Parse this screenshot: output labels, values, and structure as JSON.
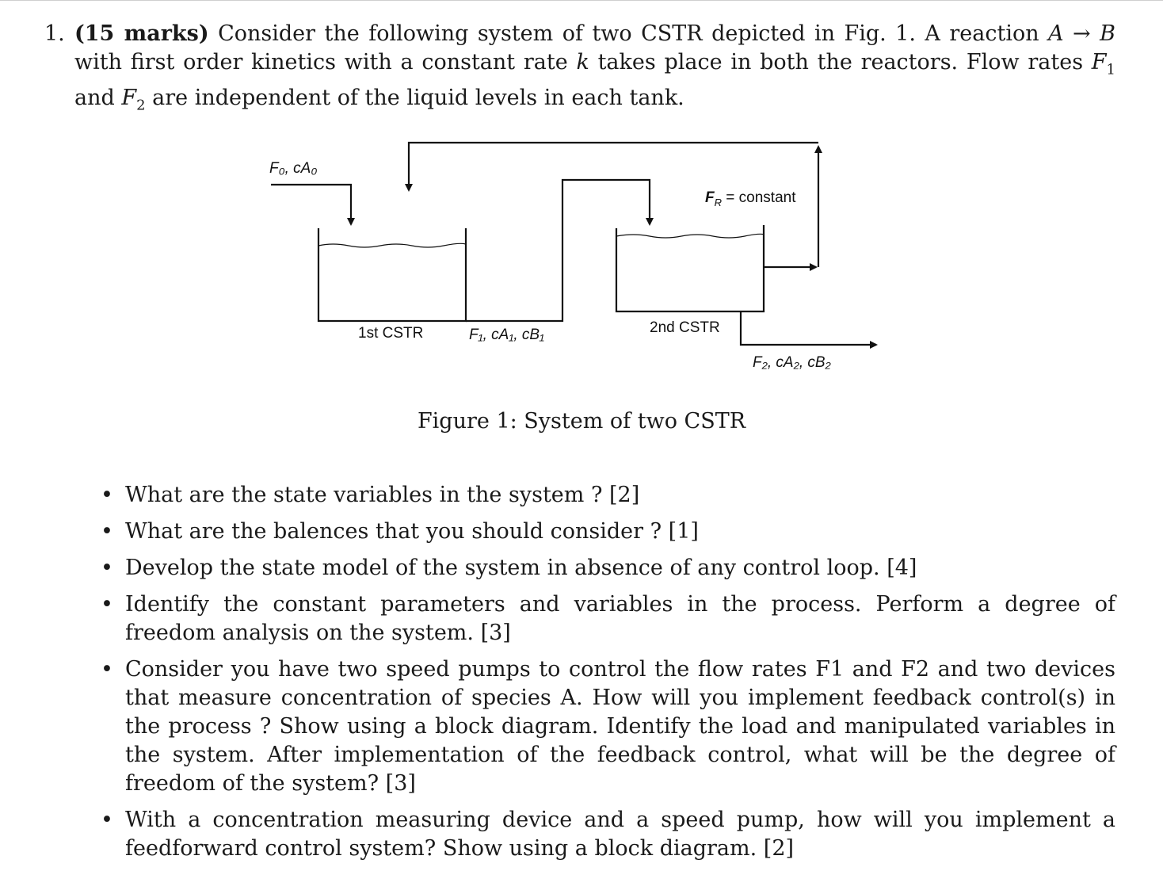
{
  "question": {
    "number": "1.",
    "marks": "(15 marks)",
    "text_1": " Consider the following system of two CSTR depicted in Fig. 1. A reaction ",
    "reaction_from": "A",
    "arrow": " → ",
    "reaction_to": "B",
    "text_2": " with first order kinetics with a constant rate ",
    "rate_symbol": "k",
    "text_3": " takes place in both the reactors. Flow rates ",
    "flow1": "F",
    "flow1_sub": "1",
    "text_4": " and ",
    "flow2": "F",
    "flow2_sub": "2",
    "text_5": " are independent of the liquid levels in each tank."
  },
  "figure": {
    "feed_label": "F₀, cA₀",
    "recycle_label": "F",
    "recycle_sub": "R",
    "recycle_value": " = constant",
    "tank1_label": "1st CSTR",
    "tank2_label": "2nd CSTR",
    "stream1_label": "F₁, cA₁, cB₁",
    "stream2_label": "F₂, cA₂, cB₂",
    "caption": "Figure 1: System of two CSTR"
  },
  "tasks": [
    {
      "text": "What are the state variables in the system ? [2]"
    },
    {
      "text": "What are the balences that you should consider ? [1]"
    },
    {
      "text": "Develop the state model of the system in absence of any control loop. [4]"
    },
    {
      "text": "Identify the constant parameters and variables in the process. Perform a degree of freedom analysis on the system. [3]"
    },
    {
      "text": "Consider you have two speed pumps to control the flow rates F1 and F2 and two devices that measure concentration of species A. How will you implement feedback control(s) in the process ? Show using a block diagram. Identify the load and manipulated variables in the system. After implementation of the feedback control, what will be the degree of freedom of the system? [3]"
    },
    {
      "text": "With a concentration measuring device and a speed pump, how will you implement a feedforward control system? Show using a block diagram. [2]"
    }
  ]
}
